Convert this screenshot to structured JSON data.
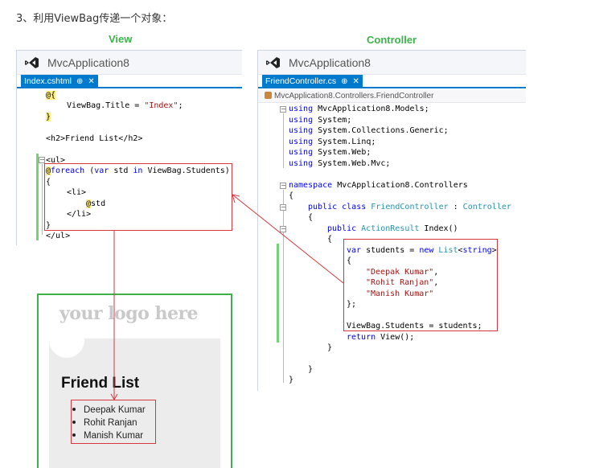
{
  "heading": "3、利用ViewBag传递一个对象：",
  "labels": {
    "view": "View",
    "controller": "Controller"
  },
  "view_panel": {
    "app_name": "MvcApplication8",
    "tab_label": "Index.cshtml",
    "tab_pin": "⊕",
    "tab_close": "✕",
    "code": {
      "l1": "@{",
      "l2_kw": "ViewBag.Title = ",
      "l2_str": "\"Index\"",
      "l2_end": ";",
      "l3": "}",
      "l4": "<h2>Friend List</h2>",
      "l5": "<ul>",
      "l6_at": "@",
      "l6_kw": "foreach",
      "l6_a": " (",
      "l6_var": "var",
      "l6_b": " std ",
      "l6_in": "in",
      "l6_c": " ViewBag.Students)",
      "l7": "{",
      "l8": "<li>",
      "l9_at": "@",
      "l9_rest": "std",
      "l10": "</li>",
      "l11": "}",
      "l12": "</ul>"
    }
  },
  "controller_panel": {
    "app_name": "MvcApplication8",
    "tab_label": "FriendController.cs",
    "tab_pin": "⊕",
    "tab_close": "✕",
    "breadcrumb": "MvcApplication8.Controllers.FriendController",
    "code": {
      "using1": "MvcApplication8.Models;",
      "using2": "System;",
      "using3": "System.Collections.Generic;",
      "using4": "System.Linq;",
      "using5": "System.Web;",
      "using6": "System.Web.Mvc;",
      "using_kw": "using",
      "ns_kw": "namespace",
      "ns_name": " MvcApplication8.Controllers",
      "brace_open": "{",
      "brace_close": "}",
      "class_kw": "public class ",
      "class_name": "FriendController",
      "class_sep": " : ",
      "class_base": "Controller",
      "method_kw": "public ",
      "method_type": "ActionResult",
      "method_name": " Index()",
      "var_kw": "var",
      "students_a": " students = ",
      "new_kw": "new ",
      "list_type": "List",
      "generic_open": "<",
      "string_kw": "string",
      "generic_close": ">",
      "name1": "\"Deepak Kumar\"",
      "name2": "\"Rohit Ranjan\"",
      "name3": "\"Manish Kumar\"",
      "comma": ",",
      "end_init": "};",
      "viewbag_line": "ViewBag.Students = students;",
      "return_kw": "return",
      "return_rest": " View();"
    }
  },
  "browser": {
    "logo": "your logo here",
    "title": "Friend List",
    "items": [
      "Deepak Kumar",
      "Rohit Ranjan",
      "Manish Kumar"
    ]
  },
  "colors": {
    "label_green": "#3bb34a",
    "tab_blue": "#007acc",
    "annotation_red": "#d9363e",
    "keyword": "#0000ff",
    "type": "#2b91af",
    "string": "#a31515"
  }
}
